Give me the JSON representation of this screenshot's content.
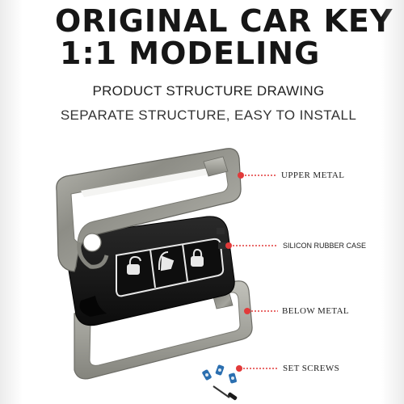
{
  "headline": {
    "line1": "ORIGINAL CAR KEY",
    "line2": "1:1 MODELING"
  },
  "subtitles": {
    "drawing_title": "PRODUCT STRUCTURE DRAWING",
    "tagline": "SEPARATE STRUCTURE, EASY TO INSTALL"
  },
  "parts": [
    {
      "label": "UPPER METAL"
    },
    {
      "label": "SILICON RUBBER CASE"
    },
    {
      "label": "BELOW METAL"
    },
    {
      "label": "SET SCREWS"
    }
  ],
  "colors": {
    "metal": "#8d8d86",
    "rubber": "#141414",
    "callout_dot": "#e23a3a",
    "button_outline": "#e8e8e8"
  },
  "icons": [
    "unlock-icon",
    "trunk-icon",
    "lock-icon",
    "screwdriver-icon",
    "screw-icon"
  ]
}
